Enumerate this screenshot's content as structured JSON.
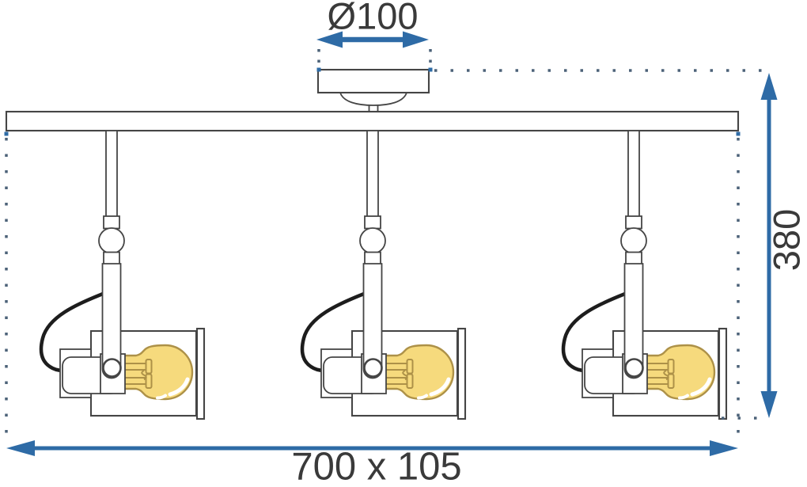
{
  "dimensions": {
    "diameter_label": "Ø100",
    "height_label": "380",
    "footprint_label": "700 x 105"
  },
  "fixture": {
    "spotlight_count": 3
  },
  "colors": {
    "background": "#ffffff",
    "arrow_blue": "#2e6ba6",
    "dot_gray_blue": "#4c6278",
    "corner_dot_blue": "#2e6ba6",
    "outline_dark": "#454545",
    "bulb_fill": "#f6da7d",
    "bulb_outline": "#ad9148",
    "cable_black": "#1d1d1d",
    "label_text": "#3a3a3a"
  }
}
